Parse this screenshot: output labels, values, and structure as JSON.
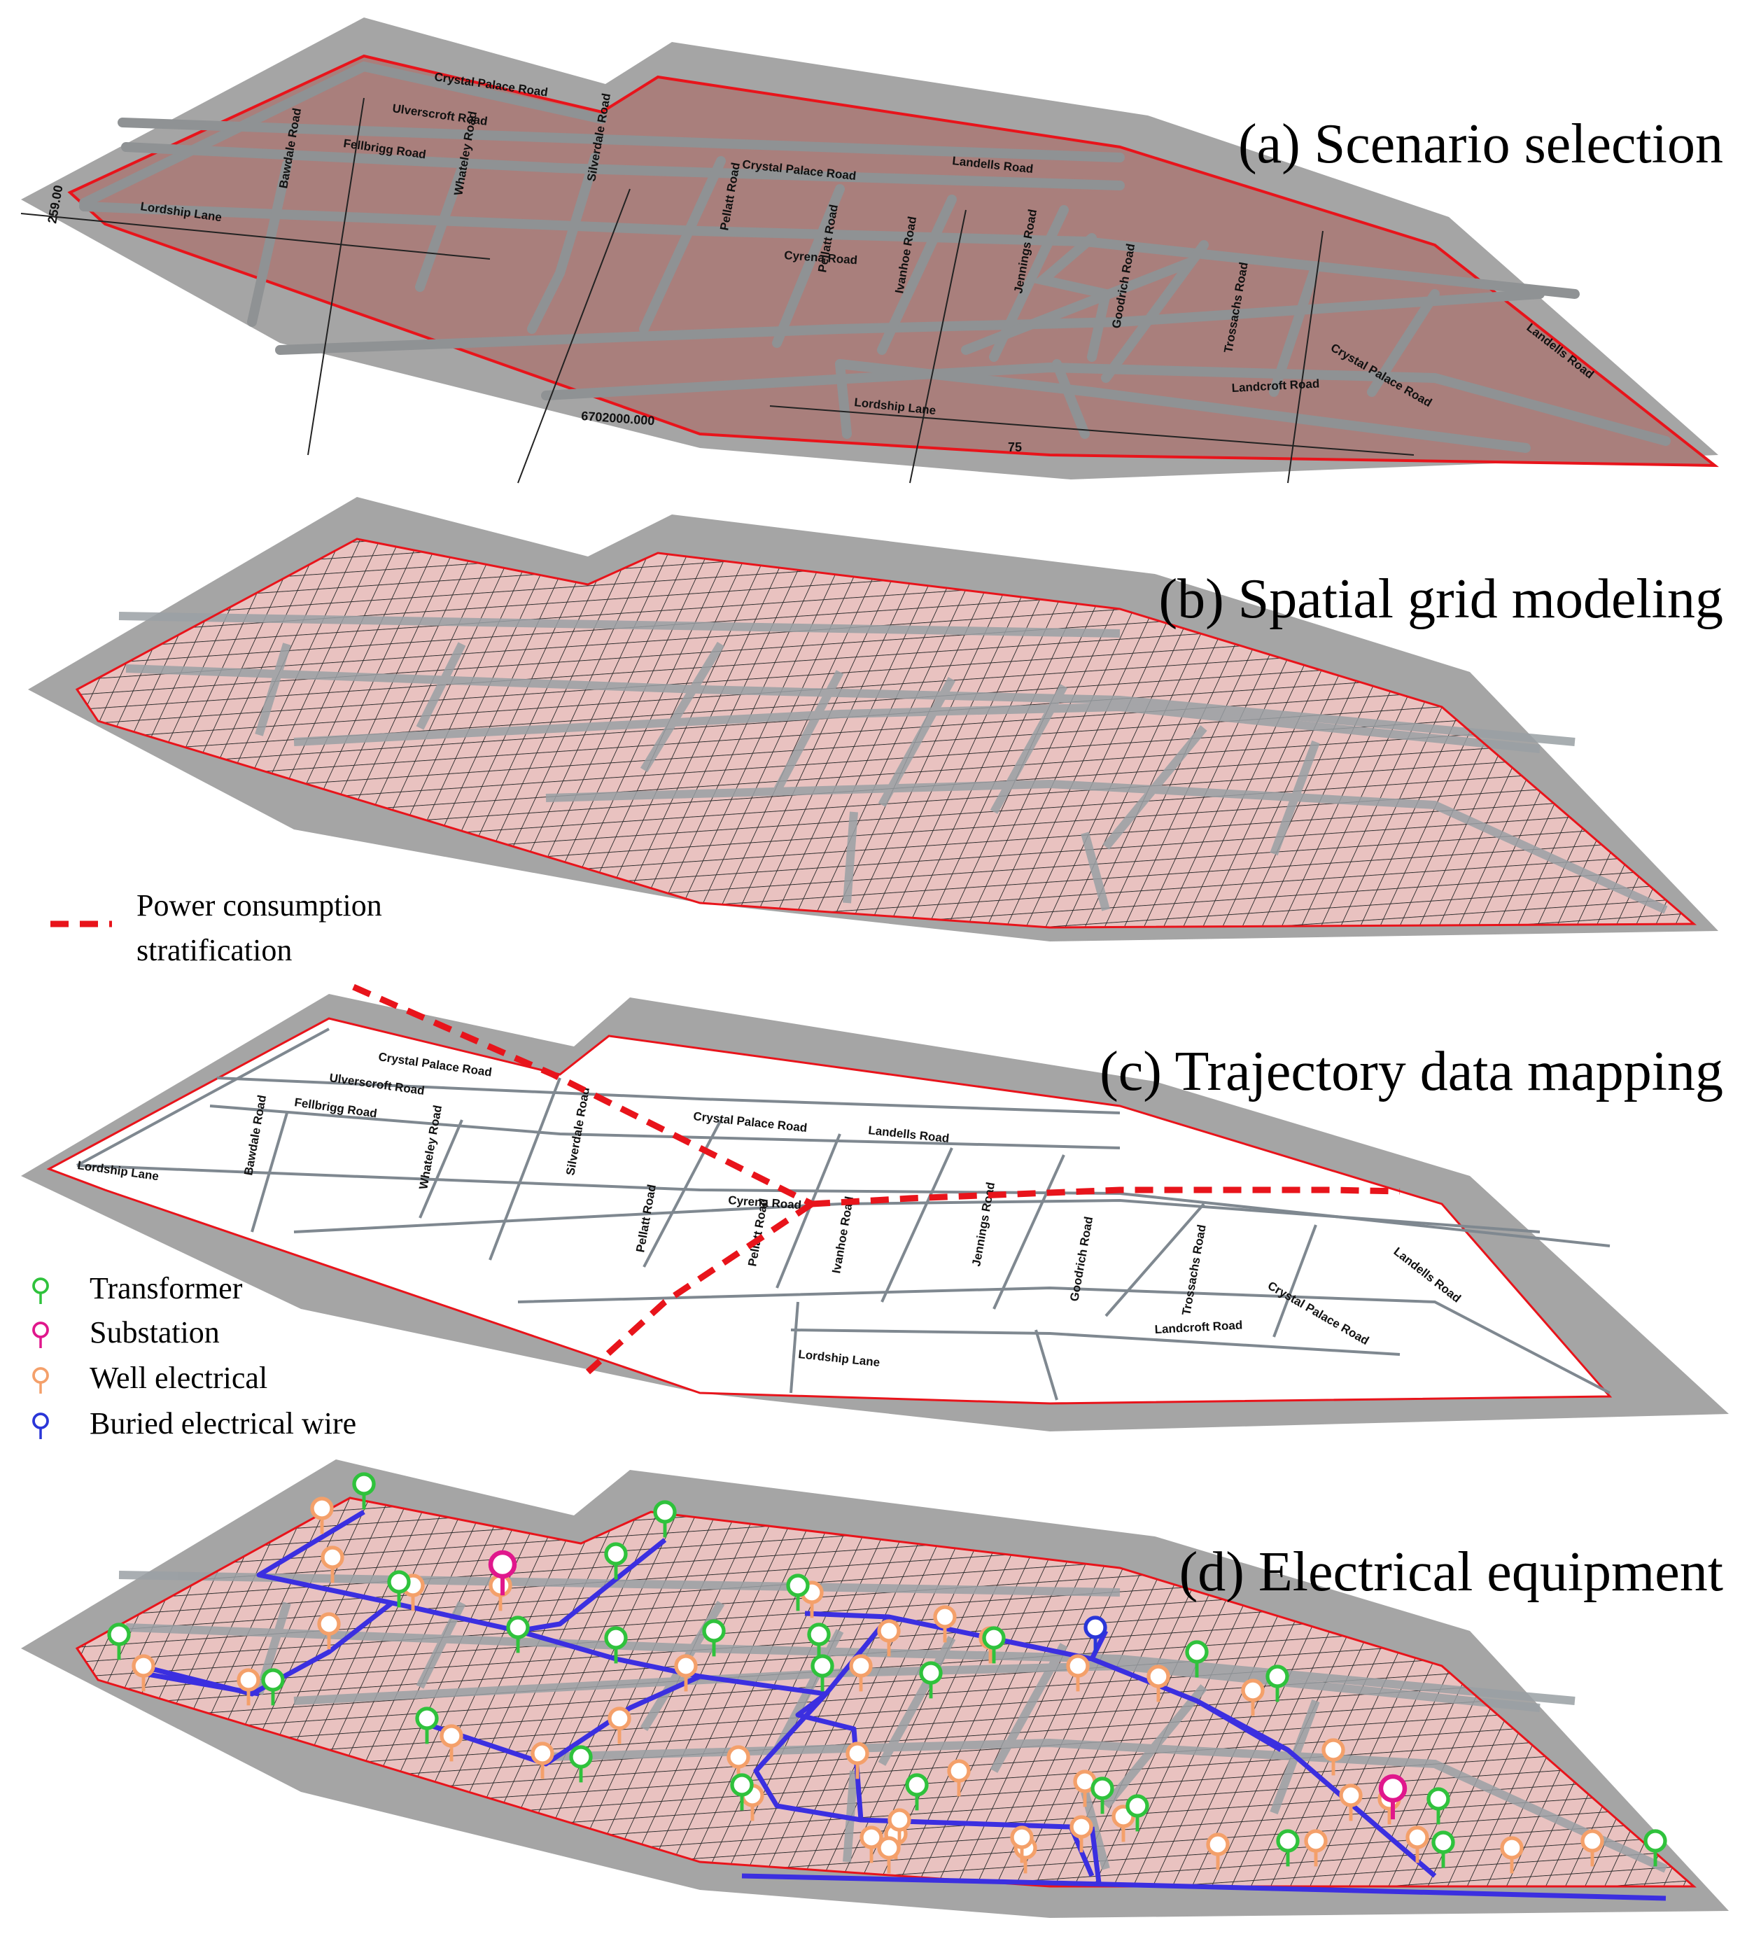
{
  "panels": {
    "a": {
      "title": "(a) Scenario selection"
    },
    "b": {
      "title": "(b) Spatial grid modeling"
    },
    "c": {
      "title": "(c) Trajectory data mapping"
    },
    "d": {
      "title": "(d) Electrical equipment"
    }
  },
  "map_a": {
    "coord_left": "259.00",
    "coord_bottom": "6702000.000",
    "tick_bottom": "75",
    "roads": [
      {
        "id": "cp1",
        "text": "Crystal Palace Road"
      },
      {
        "id": "uv",
        "text": "Ulverscroft Road"
      },
      {
        "id": "fe",
        "text": "Fellbrigg Road"
      },
      {
        "id": "lan1",
        "text": "Landells Road"
      },
      {
        "id": "cp2",
        "text": "Crystal Palace Road"
      },
      {
        "id": "ll1",
        "text": "Lordship Lane"
      },
      {
        "id": "bh",
        "text": "Bawdale Road"
      },
      {
        "id": "wh",
        "text": "Whateley Road"
      },
      {
        "id": "sh",
        "text": "Silverdale Road"
      },
      {
        "id": "cy",
        "text": "Cyrena Road"
      },
      {
        "id": "pk",
        "text": "Pellatt Road"
      },
      {
        "id": "pd",
        "text": "Pellatt Road"
      },
      {
        "id": "hv",
        "text": "Ivanhoe Road"
      },
      {
        "id": "jr",
        "text": "Jennings Road"
      },
      {
        "id": "gr",
        "text": "Goodrich Road"
      },
      {
        "id": "tr",
        "text": "Trossachs Road"
      },
      {
        "id": "lan2",
        "text": "Landells Road"
      },
      {
        "id": "cp3",
        "text": "Crystal Palace Road"
      },
      {
        "id": "lc",
        "text": "Landcroft Road"
      },
      {
        "id": "ll2",
        "text": "Lordship Lane"
      }
    ]
  },
  "legend_stratification": {
    "line1": "Power consumption",
    "line2": "stratification",
    "color": "#e8141b"
  },
  "legend_equipment": [
    {
      "name": "transformer",
      "label": "Transformer",
      "color": "#2fc23c"
    },
    {
      "name": "substation",
      "label": "Substation",
      "color": "#e0178c"
    },
    {
      "name": "well",
      "label": "Well electrical",
      "color": "#f4a06a"
    },
    {
      "name": "wire",
      "label": "Buried electrical wire",
      "color": "#2a36d8"
    }
  ],
  "colors": {
    "block": "#a97f7c",
    "block_light": "#e9c2c0",
    "road": "#8f9294",
    "shadow": "#a5a5a5",
    "boundary": "#e8141b",
    "wire": "#3b2fe0"
  }
}
